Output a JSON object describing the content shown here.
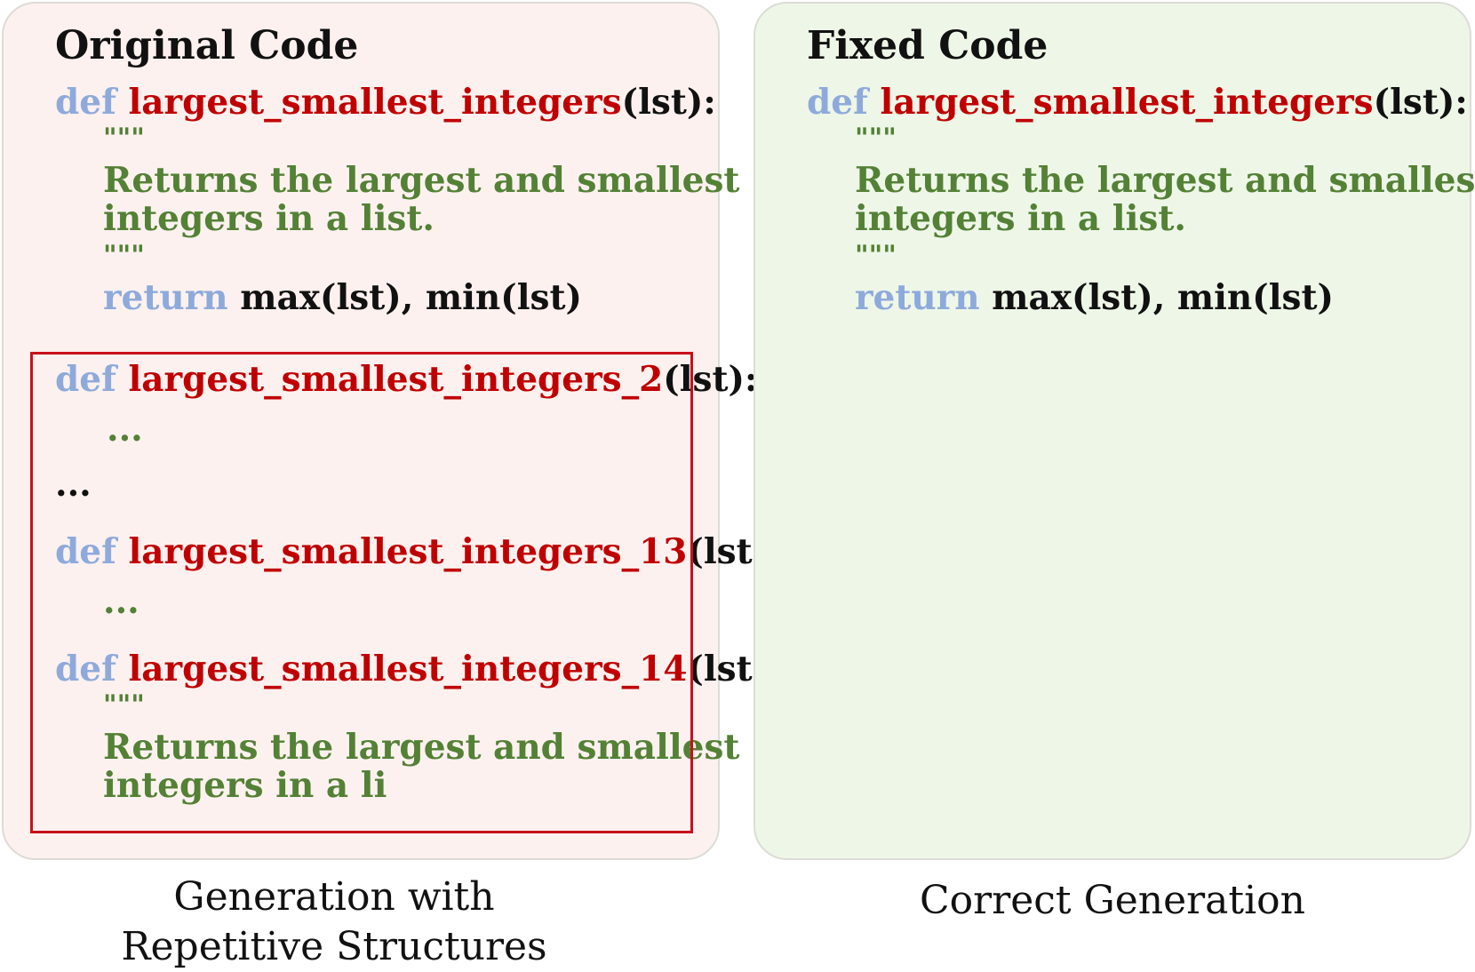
{
  "left_panel": {
    "title": "Original Code",
    "def_kw": "def",
    "func_name": "largest_smallest_integers",
    "params": "(lst):",
    "docstring_quotes": "\"\"\"",
    "docstring_line1": "Returns the largest and smallest",
    "docstring_line2": "integers in a list.",
    "return_kw": "return",
    "return_expr": "max(lst), min(lst)",
    "repeated": {
      "def1_kw": "def",
      "def1_name": "largest_smallest_integers_2",
      "def1_params": "(lst):",
      "ellipsis_body1": "...",
      "ellipsis_outer": "...",
      "def2_kw": "def",
      "def2_name": "largest_smallest_integers_13",
      "def2_params": "(lst):",
      "ellipsis_body2": "...",
      "def3_kw": "def",
      "def3_name": "largest_smallest_integers_14",
      "def3_params": "(lst):",
      "docstring_quotes": "\"\"\"",
      "docstring_line1": "Returns the largest and smallest",
      "docstring_line2": "integers in a li"
    },
    "caption_line1": "Generation with",
    "caption_line2": "Repetitive Structures"
  },
  "right_panel": {
    "title": "Fixed Code",
    "def_kw": "def",
    "func_name": "largest_smallest_integers",
    "params": "(lst):",
    "docstring_quotes": "\"\"\"",
    "docstring_line1": "Returns the largest and smallest",
    "docstring_line2": "integers in a list.",
    "return_kw": "return",
    "return_expr": "max(lst), min(lst)",
    "caption": "Correct Generation"
  },
  "colors": {
    "keyword": "#8eaadb",
    "function_name": "#c00000",
    "docstring": "#538135",
    "left_panel_bg": "#fdf1ef",
    "right_panel_bg": "#eef6e8",
    "highlight_border": "#c8101a"
  }
}
